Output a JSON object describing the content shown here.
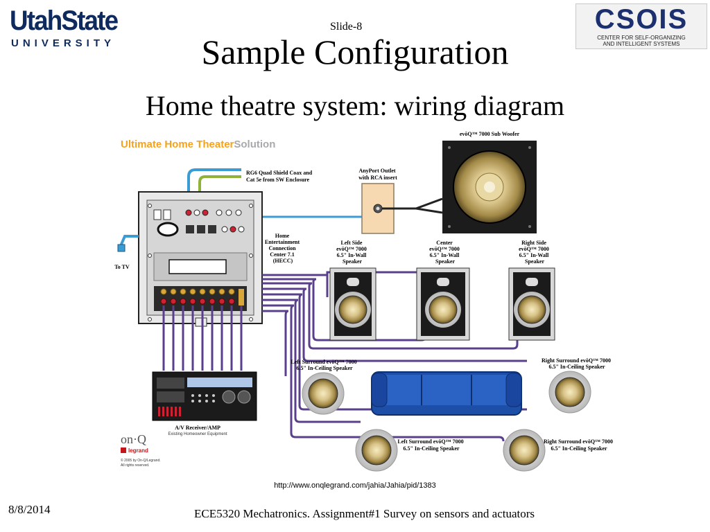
{
  "header": {
    "usu_logo": {
      "line1": "UtahState",
      "line2": "UNIVERSITY"
    },
    "csois_logo": {
      "name": "CSOIS",
      "sub_line1": "CENTER FOR SELF-ORGANIZING",
      "sub_line2": "AND INTELLIGENT SYSTEMS"
    },
    "slide_number": "Slide-8",
    "title": "Sample Configuration",
    "subtitle": "Home theatre system: wiring diagram"
  },
  "diagram": {
    "heading_part1": "Ultimate Home Theater",
    "heading_part2": "Solution",
    "colors": {
      "heading_orange": "#f7a21b",
      "heading_gray": "#a7a9ac",
      "coax_blue": "#3b9bd3",
      "cat5_green": "#8fb339",
      "speaker_wire": "#5a3f8c",
      "sofa_blue": "#1d4fa8"
    },
    "labels": {
      "coax": [
        "RG6 Quad Shield Coax and",
        "Cat 5e from SW Enclosure"
      ],
      "anyport": [
        "AnyPort Outlet",
        "with RCA insert"
      ],
      "subwoofer": "evōQ™ 7000 Sub Woofer",
      "hecc": [
        "Home",
        "Entertainment",
        "Connection",
        "Center 7.1",
        "(HECC)"
      ],
      "to_tv": "To TV",
      "left_side": [
        "Left Side",
        "evōQ™ 7000",
        "6.5\" In-Wall",
        "Speaker"
      ],
      "center": [
        "Center",
        "evōQ™ 7000",
        "6.5\" In-Wall",
        "Speaker"
      ],
      "right_side": [
        "Right Side",
        "evōQ™ 7000",
        "6.5\" In-Wall",
        "Speaker"
      ],
      "left_surround_top": [
        "Left Surround evōQ™ 7000",
        "6.5\" In-Ceiling Speaker"
      ],
      "right_surround_top": [
        "Right Surround evōQ™ 7000",
        "6.5\" In-Ceiling Speaker"
      ],
      "left_surround_bottom": [
        "Left Surround evōQ™ 7000",
        "6.5\" In-Ceiling Speaker"
      ],
      "right_surround_bottom": [
        "Right Surround evōQ™ 7000",
        "6.5\" In-Ceiling Speaker"
      ],
      "receiver": "A/V Receiver/AMP",
      "receiver_sub": "Existing Homeowner Equipment",
      "onq": "on·Q",
      "legrand": "legrand",
      "copyright": [
        "© 2005 by On-Q/Legrand.",
        "All rights reserved."
      ]
    }
  },
  "source_url": "http://www.onqlegrand.com/jahia/Jahia/pid/1383",
  "footer": {
    "date": "8/8/2014",
    "course": "ECE5320 Mechatronics. Assignment#1 Survey on sensors and actuators"
  }
}
